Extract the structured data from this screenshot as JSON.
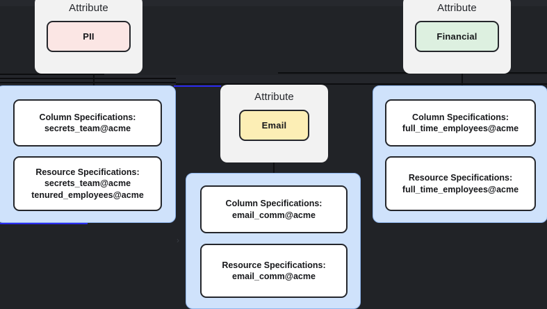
{
  "diagram": {
    "background_color": "#212327",
    "panel_color": "#cfe2fb",
    "accent_line_color": "#2a2af0",
    "attribute_groups": [
      {
        "id": "pii",
        "title": "Attribute",
        "chip_label": "PII",
        "chip_color": "#fbe6e4"
      },
      {
        "id": "financial",
        "title": "Attribute",
        "chip_label": "Financial",
        "chip_color": "#ddf0e0"
      },
      {
        "id": "email",
        "title": "Attribute",
        "chip_label": "Email",
        "chip_color": "#fceeb5"
      }
    ],
    "spec_panels": [
      {
        "id": "left",
        "column_spec": {
          "heading": "Column Specifications:",
          "items": [
            "secrets_team@acme"
          ]
        },
        "resource_spec": {
          "heading": "Resource Specifications:",
          "items": [
            "secrets_team@acme",
            "tenured_employees@acme"
          ]
        }
      },
      {
        "id": "middle",
        "column_spec": {
          "heading": "Column Specifications:",
          "items": [
            "email_comm@acme"
          ]
        },
        "resource_spec": {
          "heading": "Resource Specifications:",
          "items": [
            "email_comm@acme"
          ]
        }
      },
      {
        "id": "right",
        "column_spec": {
          "heading": "Column Specifications:",
          "items": [
            "full_time_employees@acme"
          ]
        },
        "resource_spec": {
          "heading": "Resource Specifications:",
          "items": [
            "full_time_employees@acme"
          ]
        }
      }
    ],
    "markers": {
      "expand_chevron": "›"
    }
  }
}
